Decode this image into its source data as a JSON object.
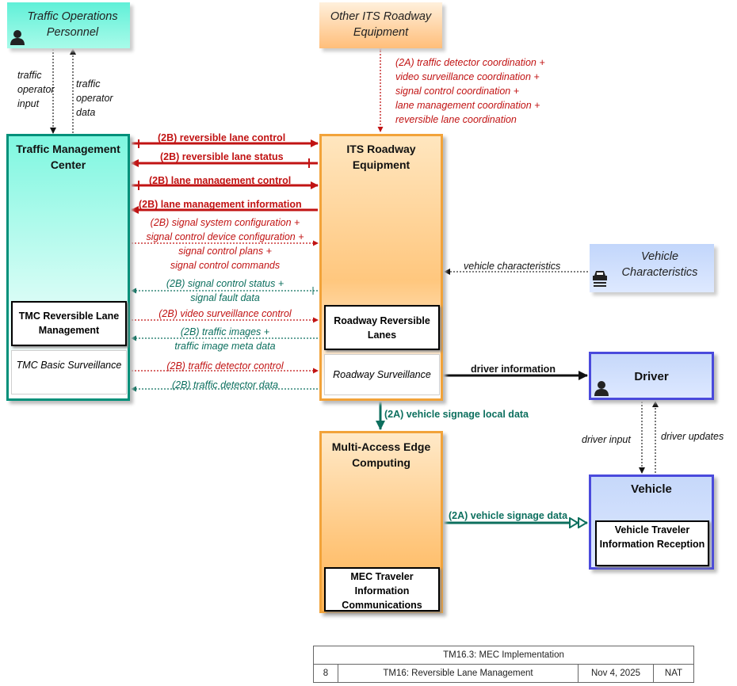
{
  "nodes": {
    "traffic_ops": "Traffic Operations Personnel",
    "other_its": "Other ITS Roadway Equipment",
    "tmc": "Traffic Management Center",
    "its": "ITS Roadway Equipment",
    "vehicle_char": "Vehicle Characteristics",
    "driver": "Driver",
    "mec": "Multi-Access Edge Computing",
    "vehicle": "Vehicle"
  },
  "subnodes": {
    "tmc_rev": "TMC Reversible Lane Management",
    "tmc_basic": "TMC Basic Surveillance",
    "road_rev": "Roadway Reversible Lanes",
    "road_surv": "Roadway Surveillance",
    "mec_trav": "MEC Traveler Information Communications",
    "veh_trav": "Vehicle Traveler Information Reception"
  },
  "flows": {
    "op_input": [
      "traffic",
      "operator",
      "input"
    ],
    "op_data": [
      "traffic",
      "operator",
      "data"
    ],
    "other_coord": [
      "(2A) traffic detector coordination +",
      "video surveillance coordination +",
      "signal control coordination +",
      "lane management coordination +",
      "reversible lane coordination"
    ],
    "rev_control": "(2B) reversible lane control",
    "rev_status": "(2B) reversible lane status",
    "lane_control": "(2B) lane management control",
    "lane_info": "(2B) lane management information",
    "signal_config": [
      "(2B) signal system configuration +",
      "signal control device configuration +",
      "signal control plans +",
      "signal control commands"
    ],
    "signal_status": [
      "(2B) signal control status +",
      "signal fault data"
    ],
    "video_control": "(2B) video surveillance control",
    "traffic_images": [
      "(2B) traffic images +",
      "traffic image meta data"
    ],
    "det_control": "(2B) traffic detector control",
    "det_data": "(2B) traffic detector data",
    "vehicle_char": "vehicle characteristics",
    "driver_info": "driver information",
    "signage_local": "(2A) vehicle signage local data",
    "signage_data": "(2A) vehicle signage data",
    "driver_input": "driver input",
    "driver_updates": "driver updates"
  },
  "title_block": {
    "title": "TM16.3: MEC Implementation",
    "page": "8",
    "service": "TM16: Reversible Lane Management",
    "date": "Nov 4, 2025",
    "scope": "NAT"
  },
  "colors": {
    "red_flow": "#c11313",
    "teal_flow": "#0c6f5e",
    "center_border": "#00907a",
    "field_border": "#f2a33a",
    "vehicle_border": "#4a4adc"
  }
}
